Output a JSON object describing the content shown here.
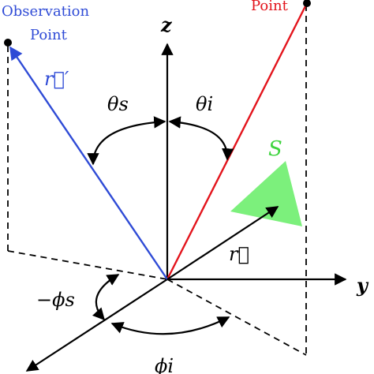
{
  "labels": {
    "observation_line1": "Observation",
    "observation_line2": "Point",
    "incident_point": "Point",
    "r_prime": "r⃗′",
    "r_vec": "r⃗",
    "theta_s": "θs",
    "theta_i": "θi",
    "minus_phi_s": "−ϕs",
    "phi_i": "ϕi",
    "axis_z": "z",
    "axis_y": "y",
    "surface": "S"
  },
  "colors": {
    "observation": "#2f4bd6",
    "incident": "#e3141c",
    "surface": "#7cf07c",
    "surface_label": "#3fd43f",
    "axes": "#000000"
  }
}
